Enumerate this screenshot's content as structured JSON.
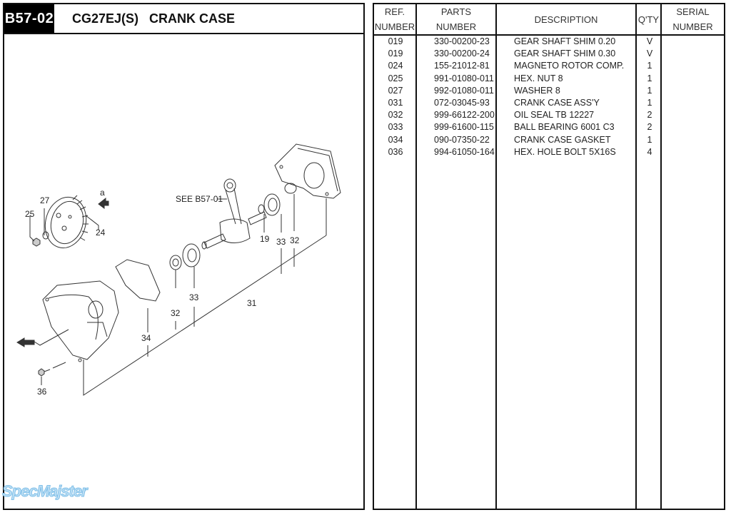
{
  "header": {
    "page_code": "B57-02",
    "title": "CG27EJ(S)   CRANK CASE"
  },
  "diagram": {
    "callouts": [
      "19",
      "24",
      "25",
      "27",
      "31",
      "32",
      "33",
      "34",
      "36",
      "32",
      "33"
    ],
    "reference_note": "SEE B57-01",
    "arrow_label": "a",
    "labels": {
      "l19": "19",
      "l24": "24",
      "l25": "25",
      "l27": "27",
      "l31": "31",
      "l32a": "32",
      "l33a": "33",
      "l32b": "32",
      "l33b": "33",
      "l34": "34",
      "l36": "36"
    }
  },
  "watermark": "SpecMajster",
  "table": {
    "headers": {
      "ref_line1": "REF.",
      "ref_line2": "NUMBER",
      "parts_line1": "PARTS",
      "parts_line2": "NUMBER",
      "description": "DESCRIPTION",
      "qty": "Q'TY",
      "serial_line1": "SERIAL",
      "serial_line2": "NUMBER"
    },
    "rows": [
      {
        "ref": "019",
        "part": "330-00200-23",
        "desc": "GEAR SHAFT SHIM 0.20",
        "qty": "V",
        "serial": ""
      },
      {
        "ref": "019",
        "part": "330-00200-24",
        "desc": "GEAR SHAFT SHIM 0.30",
        "qty": "V",
        "serial": ""
      },
      {
        "ref": "024",
        "part": "155-21012-81",
        "desc": "MAGNETO ROTOR COMP.",
        "qty": "1",
        "serial": ""
      },
      {
        "ref": "025",
        "part": "991-01080-011",
        "desc": "HEX. NUT 8",
        "qty": "1",
        "serial": ""
      },
      {
        "ref": "027",
        "part": "992-01080-011",
        "desc": "WASHER 8",
        "qty": "1",
        "serial": ""
      },
      {
        "ref": "031",
        "part": "072-03045-93",
        "desc": "CRANK CASE ASS'Y",
        "qty": "1",
        "serial": ""
      },
      {
        "ref": "032",
        "part": "999-66122-200",
        "desc": "OIL SEAL TB 12227",
        "qty": "2",
        "serial": ""
      },
      {
        "ref": "033",
        "part": "999-61600-115",
        "desc": "BALL BEARING 6001 C3",
        "qty": "2",
        "serial": ""
      },
      {
        "ref": "034",
        "part": "090-07350-22",
        "desc": "CRANK CASE GASKET",
        "qty": "1",
        "serial": ""
      },
      {
        "ref": "036",
        "part": "994-61050-164",
        "desc": "HEX. HOLE BOLT 5X16S",
        "qty": "4",
        "serial": ""
      }
    ]
  }
}
